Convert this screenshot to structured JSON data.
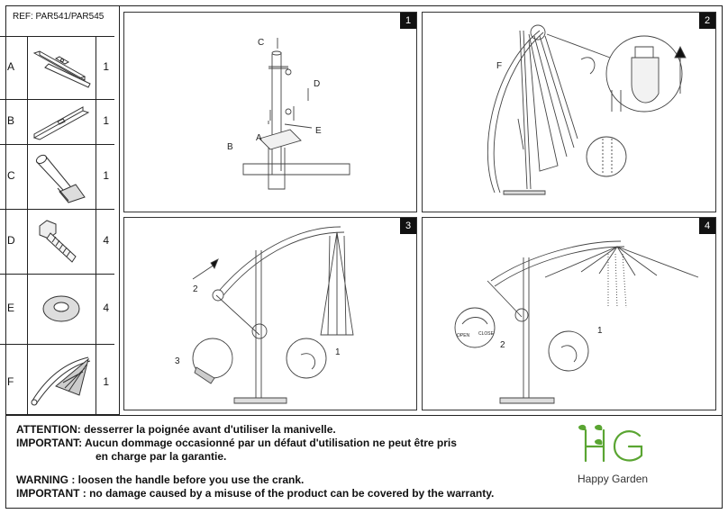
{
  "reference": "REF: PAR541/PAR545",
  "parts": [
    {
      "letter": "A",
      "qty": "1",
      "icon": "base-bracket-icon"
    },
    {
      "letter": "B",
      "qty": "1",
      "icon": "cross-base-bar-icon"
    },
    {
      "letter": "C",
      "qty": "1",
      "icon": "pole-socket-icon"
    },
    {
      "letter": "D",
      "qty": "4",
      "icon": "bolt-icon"
    },
    {
      "letter": "E",
      "qty": "4",
      "icon": "washer-icon"
    },
    {
      "letter": "F",
      "qty": "1",
      "icon": "folded-umbrella-icon"
    }
  ],
  "panels": [
    {
      "number": "1",
      "labels": [
        "C",
        "D",
        "E",
        "A",
        "B"
      ]
    },
    {
      "number": "2",
      "labels": [
        "F"
      ]
    },
    {
      "number": "3",
      "labels": [
        "2",
        "3",
        "1"
      ]
    },
    {
      "number": "4",
      "labels": [
        "2",
        "1",
        "OPEN",
        "CLOSE"
      ]
    }
  ],
  "notes": {
    "attention": "ATTENTION: desserrer la poignée avant d'utiliser la manivelle.",
    "important_fr_1": "IMPORTANT: Aucun dommage occasionné par un défaut d'utilisation ne peut être pris",
    "important_fr_2": "en charge par la garantie.",
    "warning": "WARNING : loosen the handle before you use the crank.",
    "important_en": "IMPORTANT : no damage caused by a misuse of the product can be covered by the warranty."
  },
  "brand": {
    "logo_text": "HG",
    "name": "Happy Garden",
    "color": "#5aa532"
  }
}
